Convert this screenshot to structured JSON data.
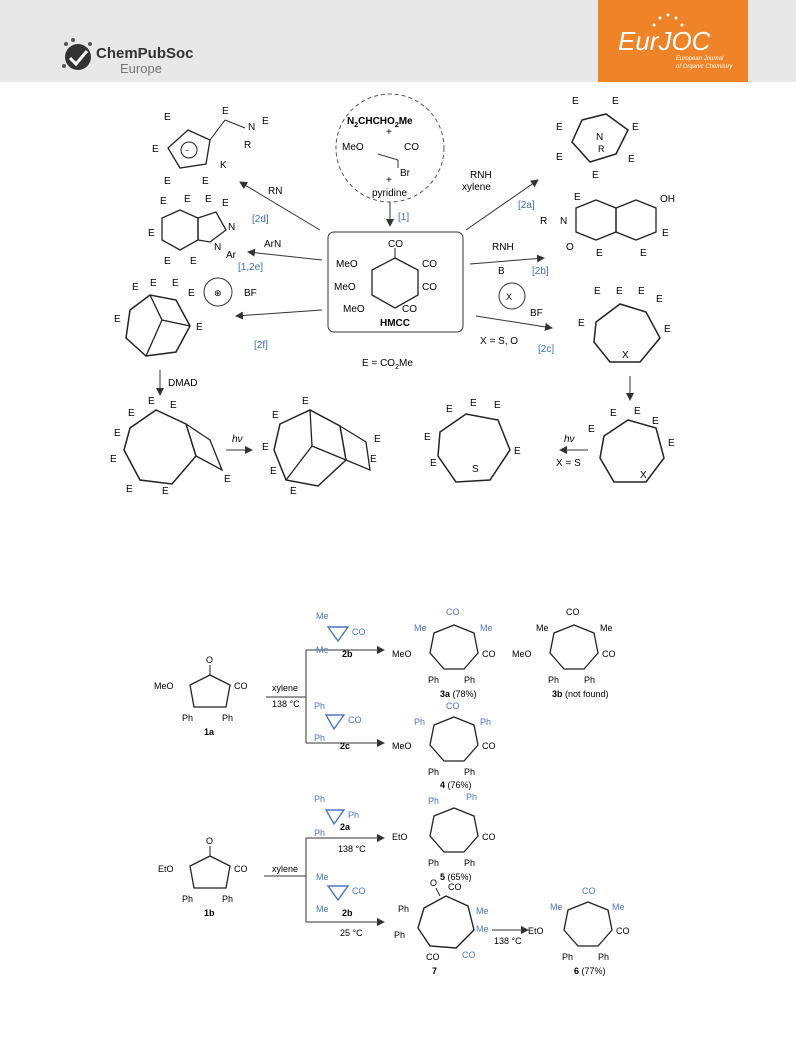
{
  "header": {
    "publisher_name": "ChemPubSoc",
    "publisher_region": "Europe",
    "journal_logo_text": "EurJOC",
    "journal_subtitle_1": "European Journal",
    "journal_subtitle_2": "of Organic Chemistry"
  },
  "colors": {
    "header_bg": "#e8e8e8",
    "orange": "#ee8427",
    "ref_blue": "#3b6fb6",
    "reagent_blue": "#4a77c2"
  },
  "scheme1": {
    "E": "E",
    "precursor_line1": "N",
    "precursor_line1_sub": "2",
    "precursor_line1_rest": "CHCHO",
    "precursor_line1_sub2": "2",
    "precursor_line1_rest2": "Me",
    "plus": "+",
    "meo2c": "MeO",
    "co2me": "CO",
    "br": "Br",
    "pyridine": "pyridine",
    "ref_1": "[1]",
    "hmcc_label": "HMCC",
    "hmcc_co2me_top": "CO",
    "hmcc_meo2c_left": "MeO",
    "rn3": "RN",
    "ref_2d": "[2d]",
    "ar_n2": "ArN",
    "ref_1_2e": "[1,2e]",
    "bf4": "BF",
    "ref_2f": "[2f]",
    "rnh2_xylene_1": "RNH",
    "rnh2_xylene_2": "xylene",
    "ref_2a": "[2a]",
    "rnh2_b_1": "RNH",
    "rnh2_b_2": "B",
    "ref_2b": "[2b]",
    "x_s_o": "X = S, O",
    "ref_2c": "[2c]",
    "e_def": "E = CO",
    "e_def_sub": "2",
    "e_def_rest": "Me",
    "dmad": "DMAD",
    "hv": "hν",
    "hv2": "hν",
    "x_s": "X = S",
    "k_plus": "K",
    "n_label": "N",
    "r_label": "R",
    "oh": "OH",
    "o": "O",
    "ar": "Ar",
    "x": "X",
    "s": "S"
  },
  "scheme2": {
    "me": "Me",
    "co2me": "CO",
    "ph": "Ph",
    "meo2c": "MeO",
    "xylene": "xylene",
    "temp_138": "138 °C",
    "cmpd_1a": "1a",
    "cmpd_2b": "2b",
    "cmpd_2c": "2c",
    "cmpd_3a": "3a",
    "yield_3a": "(78%)",
    "cmpd_3b": "3b",
    "note_3b": "(not found)",
    "cmpd_4": "4",
    "yield_4": "(76%)",
    "o": "O"
  },
  "scheme3": {
    "eto2c": "EtO",
    "co2et": "CO",
    "ph": "Ph",
    "me": "Me",
    "co2me": "CO",
    "xylene": "xylene",
    "temp_138": "138 °C",
    "temp_25": "25 °C",
    "cmpd_1b": "1b",
    "cmpd_2a": "2a",
    "cmpd_2b": "2b",
    "cmpd_5": "5",
    "yield_5": "(65%)",
    "cmpd_7": "7",
    "cmpd_6": "6",
    "yield_6": "(77%)",
    "o": "O"
  }
}
